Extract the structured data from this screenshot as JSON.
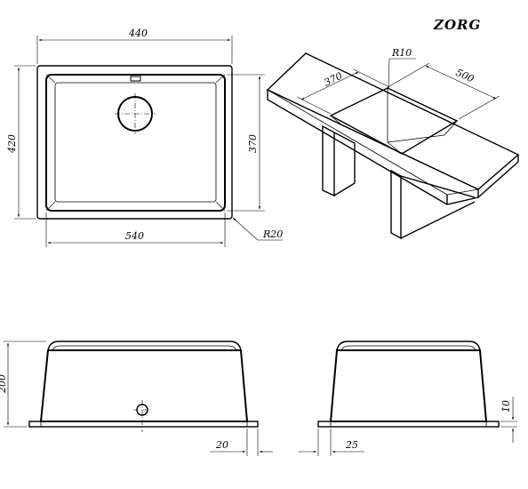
{
  "brand": "ZORG",
  "top_view": {
    "width_inner": "440",
    "width_outer": "540",
    "height_outer": "420",
    "height_inner": "370",
    "corner_radius": "R20"
  },
  "iso_view": {
    "depth": "370",
    "length": "500",
    "corner_radius": "R10"
  },
  "front_view": {
    "height": "200",
    "flange": "20"
  },
  "side_view": {
    "rim": "10",
    "flange": "25"
  }
}
